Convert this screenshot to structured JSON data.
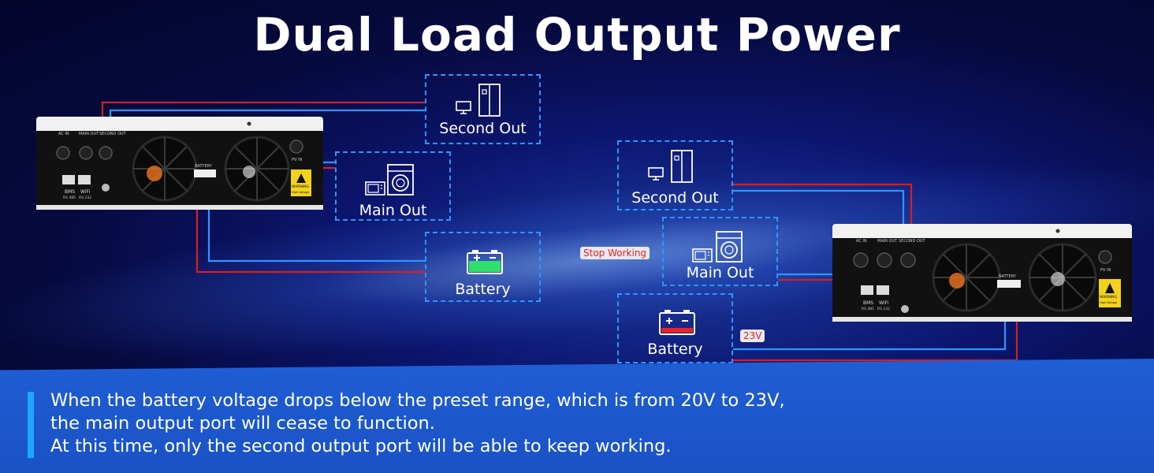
{
  "title": "Dual Load Output Power",
  "boxes": {
    "left_second_out": "Second Out",
    "left_main_out": "Main Out",
    "left_battery": "Battery",
    "right_second_out": "Second Out",
    "right_main_out": "Main Out",
    "right_battery": "Battery"
  },
  "tags": {
    "stop_working": "Stop Working",
    "voltage": "23V"
  },
  "inverter_labels": {
    "ac_in": "AC IN",
    "main_out": "MAIN OUT",
    "second_out": "SECOND OUT",
    "battery": "BATTERY",
    "pv_in": "PV IN",
    "bms": "BMS",
    "wifi": "WiFi",
    "rs485": "RS 485",
    "rs232": "RS 232",
    "warning": "WARNING",
    "high_voltage": "High Voltage"
  },
  "description": [
    "When the battery voltage drops below the preset range, which is from 20V to 23V,",
    "the main output port will cease to function.",
    "At this time, only the second output port will be able to keep working."
  ],
  "colors": {
    "positive_wire": "#d81e1e",
    "negative_wire": "#2f95ff",
    "box_border": "#2f95ff",
    "battery_charged": "#2ee06a",
    "battery_low": "#e8232a"
  }
}
